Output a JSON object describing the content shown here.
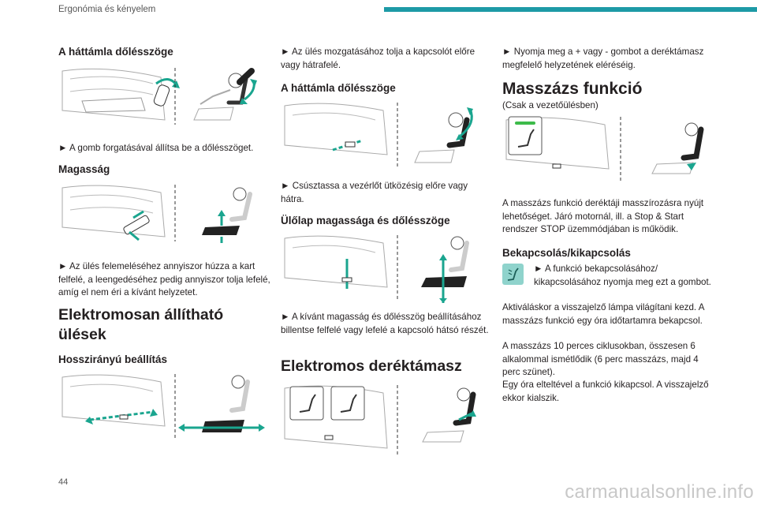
{
  "header": {
    "section": "Ergonómia és kényelem"
  },
  "page_number": "44",
  "watermark": "carmanualsonline.info",
  "col1": {
    "h_backrest": "A háttámla dőlésszöge",
    "p_backrest": "► A gomb forgatásával állítsa be a dőlésszöget.",
    "h_height": "Magasság",
    "p_height": "► Az ülés felemeléséhez annyiszor húzza a kart felfelé, a leengedéséhez pedig annyiszor tolja lefelé, amíg el nem éri a kívánt helyzetet.",
    "h_electric": "Elektromosan állítható ülések",
    "h_longitudinal": "Hosszirányú beállítás"
  },
  "col2": {
    "p_move": "► Az ülés mozgatásához tolja a kapcsolót előre vagy hátrafelé.",
    "h_backrest": "A háttámla dőlésszöge",
    "p_slide": "► Csúsztassa a vezérlőt ütközésig előre vagy hátra.",
    "h_cushion": "Ülőlap magassága és dőlésszöge",
    "p_cushion": "► A kívánt magasság és dőlésszög beállításához billentse felfelé vagy lefelé a kapcsoló hátsó részét.",
    "h_lumbar": "Elektromos deréktámasz"
  },
  "col3": {
    "p_lumbar": "► Nyomja meg a + vagy - gombot a deréktámasz megfelelő helyzetének eléréséig.",
    "h_massage": "Masszázs funkció",
    "p_driver": "(Csak a vezetőülésben)",
    "p_massage_desc": "A masszázs funkció deréktáji masszírozásra nyújt lehetőséget. Járó motornál, ill. a Stop & Start rendszer STOP üzemmódjában is működik.",
    "h_onoff": "Bekapcsolás/kikapcsolás",
    "p_press": "► A funkció bekapcsolásához/ kikapcsolásához nyomja meg ezt a gombot.",
    "p_light": "Aktiváláskor a visszajelző lámpa világítani kezd. A masszázs funkció egy óra időtartamra bekapcsol.",
    "p_cycle": "A masszázs 10 perces ciklusokban, összesen 6 alkalommal ismétlődik (6 perc masszázs, majd 4 perc szünet).",
    "p_off": "Egy óra elteltével a funkció kikapcsol. A visszajelző ekkor kialszik."
  },
  "colors": {
    "accent": "#1d9aa6",
    "arrow": "#1aa58f",
    "massage_icon": "#8fd3cc",
    "indicator": "#3dbb4a"
  }
}
